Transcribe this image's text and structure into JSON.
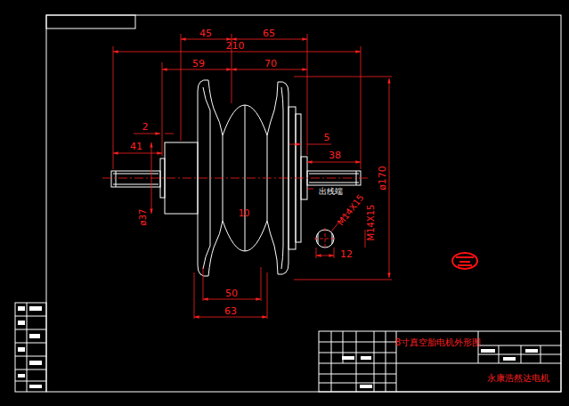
{
  "diagram": {
    "title": "8寸真空胎电机外形图",
    "labels": [
      "45",
      "65",
      "210",
      "59",
      "70",
      "2",
      "41",
      "5",
      "38",
      "出线端",
      "ø37",
      "10",
      "ø170",
      "M14X15",
      "M14X15",
      "12",
      "50",
      "63",
      "永康浩然达电机"
    ]
  }
}
